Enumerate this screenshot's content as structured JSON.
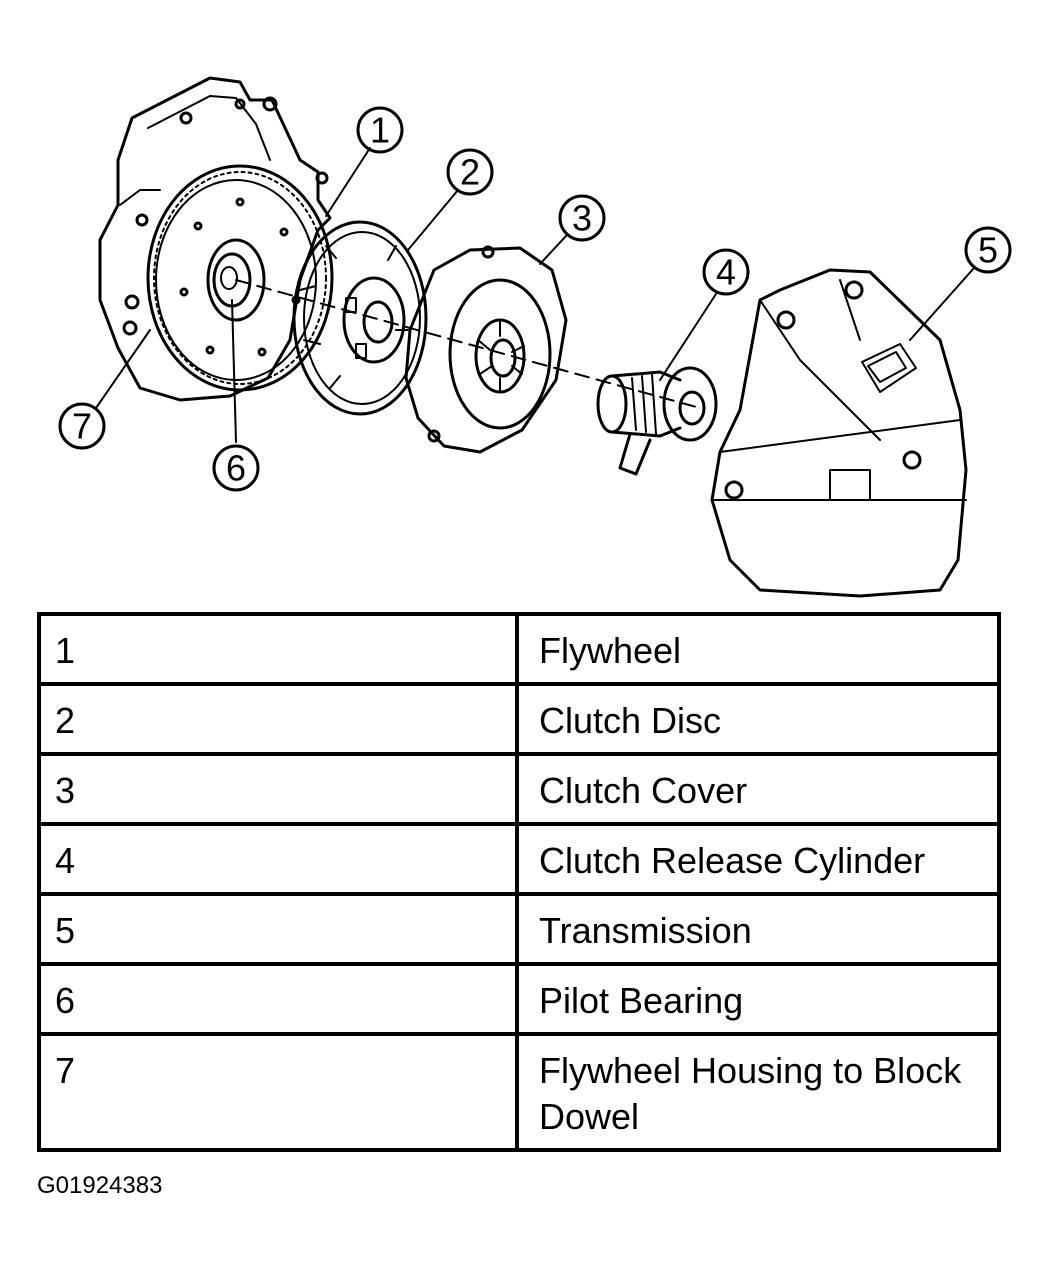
{
  "parts": [
    {
      "number": "1",
      "name": "Flywheel"
    },
    {
      "number": "2",
      "name": "Clutch Disc"
    },
    {
      "number": "3",
      "name": "Clutch Cover"
    },
    {
      "number": "4",
      "name": "Clutch Release Cylinder"
    },
    {
      "number": "5",
      "name": "Transmission"
    },
    {
      "number": "6",
      "name": "Pilot Bearing"
    },
    {
      "number": "7",
      "name": "Flywheel Housing to Block Dowel"
    }
  ],
  "figure_id": "G01924383",
  "colors": {
    "ink": "#000000",
    "paper": "#ffffff"
  }
}
